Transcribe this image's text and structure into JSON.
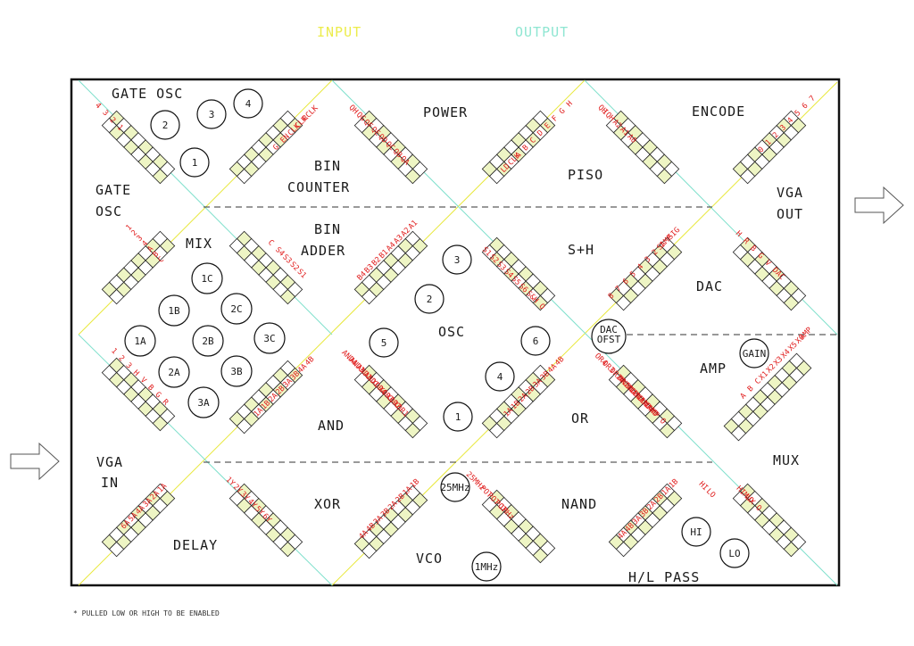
{
  "legend": {
    "input": "INPUT",
    "output": "OUTPUT"
  },
  "colors": {
    "input_line": "#e8e83c",
    "output_line": "#7fe0cc",
    "pin_label": "#e01b1b",
    "pad_fill": "#eef5c4",
    "border": "#111111"
  },
  "sections": {
    "gate_osc_top": "GATE OSC",
    "power": "POWER",
    "encode": "ENCODE",
    "gate_osc_left_1": "GATE",
    "gate_osc_left_2": "OSC",
    "bin_counter_1": "BIN",
    "bin_counter_2": "COUNTER",
    "piso": "PISO",
    "vga_out_1": "VGA",
    "vga_out_2": "OUT",
    "mix": "MIX",
    "bin_adder_1": "BIN",
    "bin_adder_2": "ADDER",
    "sh": "S+H",
    "dac": "DAC",
    "osc": "OSC",
    "amp": "AMP",
    "and": "AND",
    "or": "OR",
    "vga_in_1": "VGA",
    "vga_in_2": "IN",
    "mux": "MUX",
    "xor": "XOR",
    "nand": "NAND",
    "delay": "DELAY",
    "vco": "VCO",
    "hl_pass": "H/L PASS"
  },
  "circles": {
    "gate_1": "1",
    "gate_2": "2",
    "gate_3": "3",
    "gate_4": "4",
    "mix_1a": "1A",
    "mix_1b": "1B",
    "mix_1c": "1C",
    "mix_2a": "2A",
    "mix_2b": "2B",
    "mix_2c": "2C",
    "mix_3a": "3A",
    "mix_3b": "3B",
    "mix_3c": "3C",
    "osc_1": "1",
    "osc_2": "2",
    "osc_3": "3",
    "osc_4": "4",
    "osc_5": "5",
    "osc_6": "6",
    "dac_ofst_1": "DAC",
    "dac_ofst_2": "OFST",
    "gain": "GAIN",
    "mhz25": "25MHz",
    "mhz1": "1MHz",
    "hi": "HI",
    "lo": "LO"
  },
  "pins": {
    "gate_left": [
      "4",
      "3",
      "2",
      "1"
    ],
    "gate_right": [
      "RCLK",
      "CLK",
      "CLK",
      "EN",
      "G"
    ],
    "bin_counter": [
      "QH",
      "QG",
      "QF",
      "QE",
      "QD",
      "QC",
      "QB",
      "QA"
    ],
    "power_right": [
      "H",
      "G",
      "F",
      "E",
      "D",
      "C",
      "B",
      "A",
      "CLK",
      "LD"
    ],
    "piso": [
      "QH",
      "IQH",
      "A2",
      "A1",
      "A0"
    ],
    "encode": [
      "7",
      "6",
      "5",
      "4",
      "3",
      "2",
      "1",
      "0"
    ],
    "mix_left": [
      "1",
      "2",
      "3",
      "4",
      "A",
      "B",
      "C"
    ],
    "bin_adder_c": [
      "C",
      "S4",
      "S3",
      "S2",
      "S1"
    ],
    "bin_adder": [
      "A1",
      "A2",
      "A3",
      "A4",
      "B1",
      "B2",
      "B3",
      "B4"
    ],
    "sh": [
      "S1",
      "S2",
      "S3",
      "S4",
      "S5",
      "S6",
      "S&H O"
    ],
    "dac_left": [
      "SIG",
      "SAMP",
      "1",
      "2",
      "3",
      "4",
      "5",
      "6",
      "7",
      "8"
    ],
    "vga_out": [
      "H",
      "R",
      "B",
      "G",
      "V",
      "DAC"
    ],
    "vga_in": [
      "1",
      "2",
      "3",
      "H",
      "V",
      "B",
      "G",
      "R"
    ],
    "and_left": [
      "4B",
      "4A",
      "3B",
      "3A",
      "2B",
      "2A",
      "1B",
      "1A"
    ],
    "and_right": [
      "AND4",
      "AND3",
      "AND2",
      "AND1",
      "XOR4",
      "XOR3",
      "XOR2",
      "XOR1"
    ],
    "or_left": [
      "4B",
      "4A",
      "3B",
      "3A",
      "2B",
      "2A",
      "1B",
      "1A"
    ],
    "or_right": [
      "OR4",
      "OR3",
      "OR2",
      "OR1",
      "4NAND",
      "3NAND",
      "2NAND",
      "1NAND",
      "AMP O"
    ],
    "mux": [
      "AMP",
      "X6",
      "X5",
      "X4",
      "X3",
      "X2",
      "X1",
      "C",
      "B",
      "A"
    ],
    "delay_left": [
      "1A",
      "2A",
      "3A",
      "4A",
      "5A",
      "6A"
    ],
    "delay_right": [
      "1Y",
      "2Y",
      "3Y",
      "4Y",
      "5Y",
      "6Y"
    ],
    "xor": [
      "1B",
      "1A",
      "2B",
      "2A",
      "3B",
      "3A",
      "4B",
      "4A"
    ],
    "vco": [
      "25MHz",
      "POT",
      "POT",
      "POT",
      "1MHz"
    ],
    "nand": [
      "1B",
      "1A",
      "2B",
      "2A",
      "3B",
      "3A",
      "4B",
      "4A"
    ],
    "hl_pass": [
      "HI",
      "LO"
    ],
    "mux_out": [
      "HI",
      "LO",
      "MUX O"
    ]
  },
  "footnote": "* PULLED LOW OR HIGH TO BE ENABLED"
}
